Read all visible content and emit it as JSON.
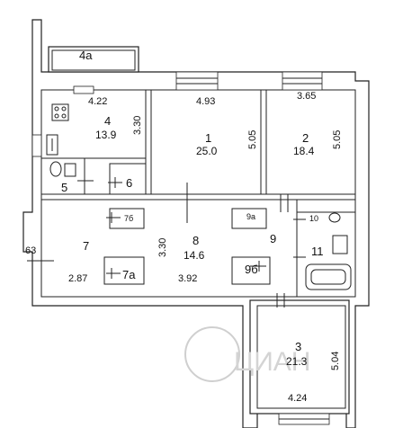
{
  "rooms": [
    {
      "number": "1",
      "area": "25.0"
    },
    {
      "number": "2",
      "area": "18.4"
    },
    {
      "number": "3",
      "area": "21.3"
    },
    {
      "number": "4",
      "area": "13.9"
    },
    {
      "number": "5"
    },
    {
      "number": "6"
    },
    {
      "number": "7"
    },
    {
      "number": "8",
      "area": "14.6"
    },
    {
      "number": "9"
    },
    {
      "number": "10"
    },
    {
      "number": "11"
    },
    {
      "number": "4a"
    },
    {
      "number": "7a"
    },
    {
      "number": "7б"
    },
    {
      "number": "9a"
    },
    {
      "number": "9б"
    }
  ],
  "dimensions": [
    "4.22",
    "3.30",
    "4.93",
    "5.05",
    "3.65",
    "5.05",
    "3.30",
    "3.92",
    "2.87",
    "5.04",
    "4.24",
    "63"
  ],
  "watermark": "ЦИАН",
  "colors": {
    "wall": "#222222",
    "background": "#ffffff",
    "watermark": "#d4d4d4"
  }
}
